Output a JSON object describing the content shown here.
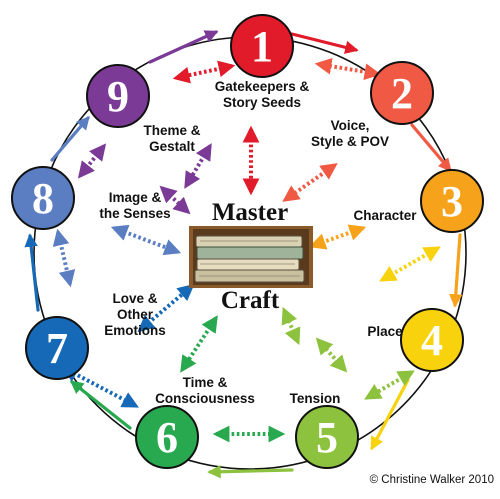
{
  "center": {
    "top_label": "Master",
    "bottom_label": "Craft"
  },
  "stages": [
    {
      "number": "1",
      "label": [
        "Gatekeepers &",
        "Story Seeds"
      ],
      "color": "#e21b2b"
    },
    {
      "number": "2",
      "label": [
        "Voice,",
        "Style & POV"
      ],
      "color": "#f05a45"
    },
    {
      "number": "3",
      "label": [
        "Character"
      ],
      "color": "#f7a21b"
    },
    {
      "number": "4",
      "label": [
        "Place"
      ],
      "color": "#f8d20c"
    },
    {
      "number": "5",
      "label": [
        "Tension"
      ],
      "color": "#8cc23e"
    },
    {
      "number": "6",
      "label": [
        "Time &",
        "Consciousness"
      ],
      "color": "#28a94f"
    },
    {
      "number": "7",
      "label": [
        "Love &",
        "Other",
        "Emotions"
      ],
      "color": "#1669b6"
    },
    {
      "number": "8",
      "label": [
        "Image &",
        "the Senses"
      ],
      "color": "#5b7ec2"
    },
    {
      "number": "9",
      "label": [
        "Theme &",
        "Gestalt"
      ],
      "color": "#7b3a96"
    }
  ],
  "copyright": "© Christine Walker 2010"
}
